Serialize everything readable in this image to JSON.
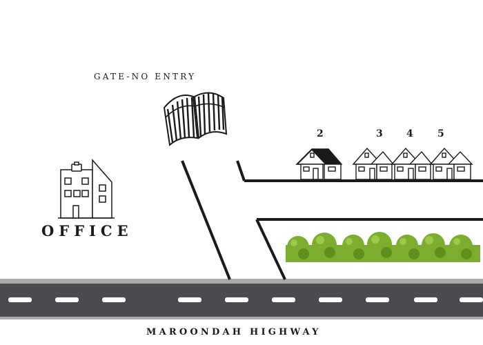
{
  "labels": {
    "gate": "GATE-NO ENTRY",
    "office": "OFFICE",
    "highway": "MAROONDAH HIGHWAY"
  },
  "lots": [
    {
      "number": "2"
    },
    {
      "number": "3"
    },
    {
      "number": "4"
    },
    {
      "number": "5"
    }
  ],
  "icons": {
    "gate": "gate-icon",
    "office": "office-building-icon",
    "house": "house-icon",
    "hedge": "hedge-icon"
  },
  "colors": {
    "road": "#4a4b4e",
    "road_edge": "#a9aaac",
    "lane_marking": "#ffffff",
    "hedge": "#7cad2c",
    "ink": "#1a1a1a"
  }
}
